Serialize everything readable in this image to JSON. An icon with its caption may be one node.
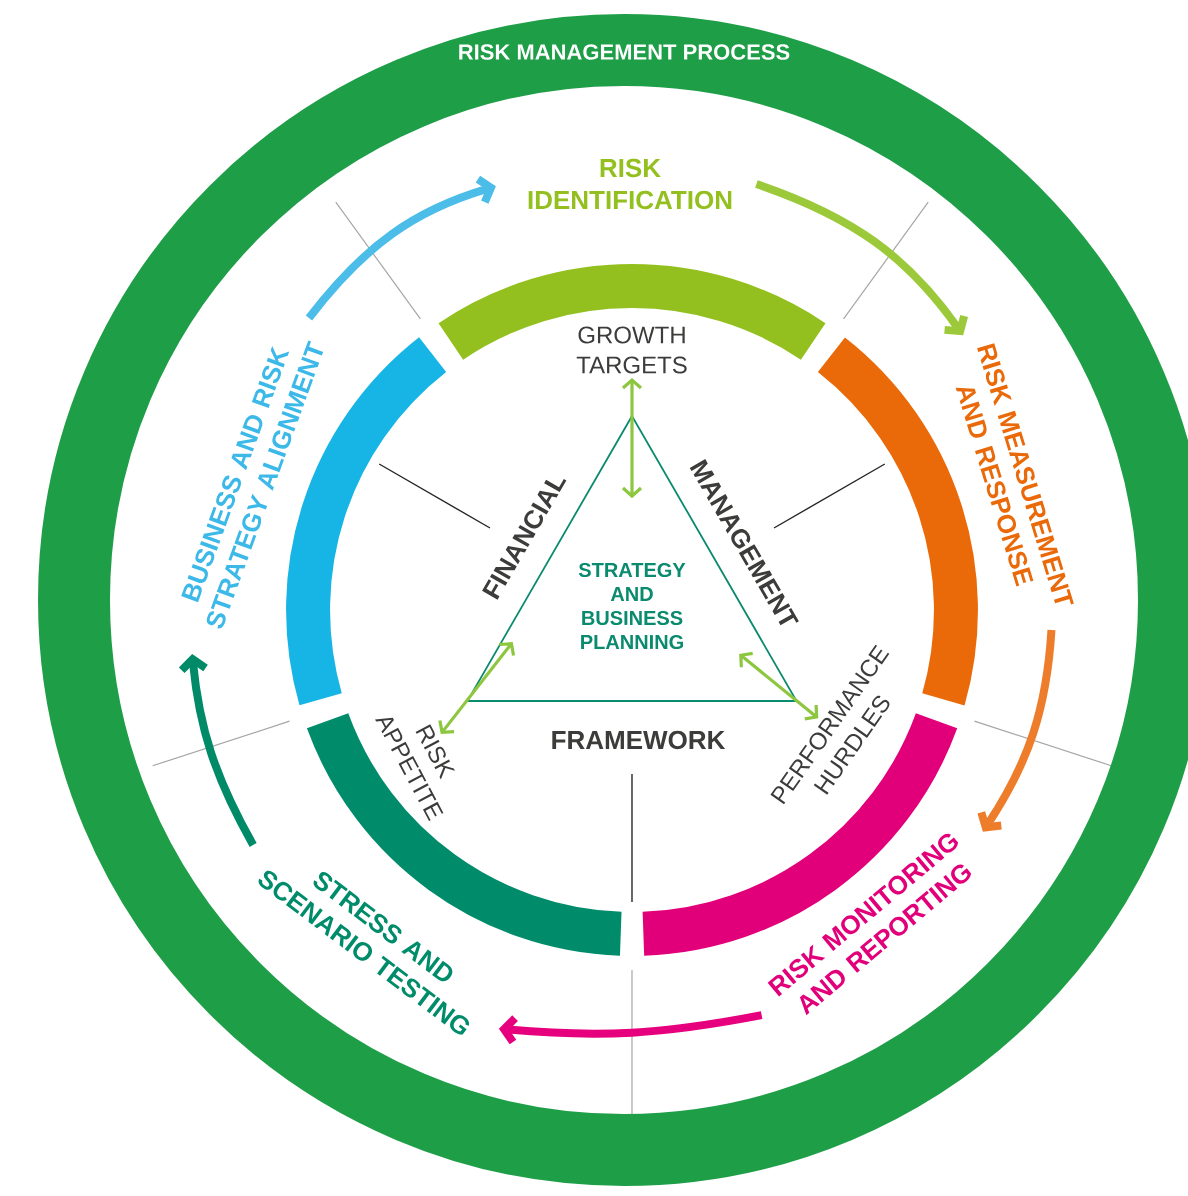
{
  "diagram": {
    "title": "RISK MANAGEMENT PROCESS",
    "nodes": [
      {
        "text": [
          "RISK IDENTIFICATION"
        ]
      },
      {
        "text": [
          "RISK MEASUREMENT AND RESPONSE"
        ]
      },
      {
        "text": [
          "RISK MONITORING AND REPORTING"
        ]
      },
      {
        "text": [
          "STRESS AND SCENARIO TESTING"
        ]
      },
      {
        "text": [
          "BUSINESS AND RISK STRATEGY ALIGNMENT"
        ]
      },
      {
        "text": [
          "GROWTH TARGETS"
        ]
      },
      {
        "text": [
          "STRATEGY AND BUSINESS PLANNING"
        ],
        "beside": [
          "FINANCIAL",
          "MANAGEMENT",
          "FRAMEWORK"
        ]
      },
      {
        "text": [
          "RISK APPETITE"
        ]
      },
      {
        "text": [
          "PERFORMANCE HURDLES"
        ]
      }
    ],
    "edges": [
      {
        "from": 4,
        "to": 0,
        "arrow": "to",
        "color": "#4bbde8"
      },
      {
        "from": 0,
        "to": 1,
        "arrow": "to",
        "color": "#9bc93a"
      },
      {
        "from": 1,
        "to": 2,
        "arrow": "to",
        "color": "#ee7d2b"
      },
      {
        "from": 2,
        "to": 3,
        "arrow": "to",
        "color": "#e6007e"
      },
      {
        "from": 3,
        "to": 4,
        "arrow": "to",
        "color": "#008a68"
      },
      {
        "from": 6,
        "to": 5,
        "arrow": "both",
        "color": "#8dc63f"
      },
      {
        "from": 6,
        "to": 7,
        "arrow": "both",
        "color": "#8dc63f"
      },
      {
        "from": 6,
        "to": 8,
        "arrow": "both",
        "color": "#8dc63f"
      }
    ]
  }
}
